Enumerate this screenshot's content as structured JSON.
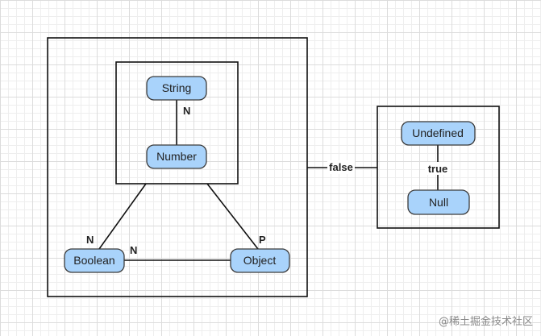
{
  "nodes": {
    "string": "String",
    "number": "Number",
    "boolean": "Boolean",
    "object": "Object",
    "undefined": "Undefined",
    "null": "Null"
  },
  "edge_labels": {
    "string_number": "N",
    "number_group_boolean": "N",
    "boolean_object": "N",
    "number_group_object": "P",
    "left_right": "false",
    "undefined_null": "true"
  },
  "watermark": "@稀土掘金技术社区"
}
